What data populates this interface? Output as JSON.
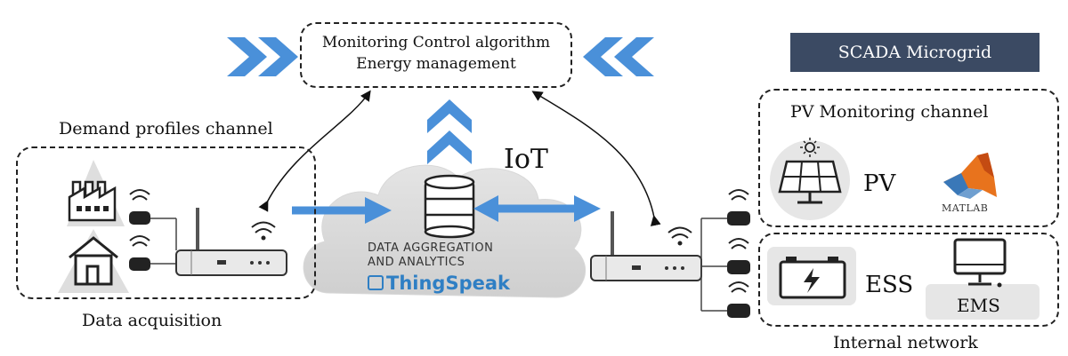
{
  "monitoring_box": {
    "line1": "Monitoring Control algorithm",
    "line2": "Energy management"
  },
  "scada_banner": {
    "label": "SCADA Microgrid"
  },
  "demand_channel": {
    "label": "Demand profiles channel"
  },
  "data_acquisition": {
    "label": "Data acquisition"
  },
  "iot": {
    "label": "IoT"
  },
  "cloud": {
    "line1": "DATA AGGREGATION",
    "line2": "AND ANALYTICS",
    "brand": "ThingSpeak"
  },
  "pv_channel": {
    "label": "PV Monitoring channel",
    "pv_label": "PV",
    "matlab_label": "MATLAB"
  },
  "internal_network": {
    "label": "Internal network",
    "ess_label": "ESS",
    "ems_label": "EMS"
  },
  "colors": {
    "arrow_blue": "#4a90d9",
    "banner": "#3b4a63",
    "thingspeak": "#2f7fc4"
  }
}
